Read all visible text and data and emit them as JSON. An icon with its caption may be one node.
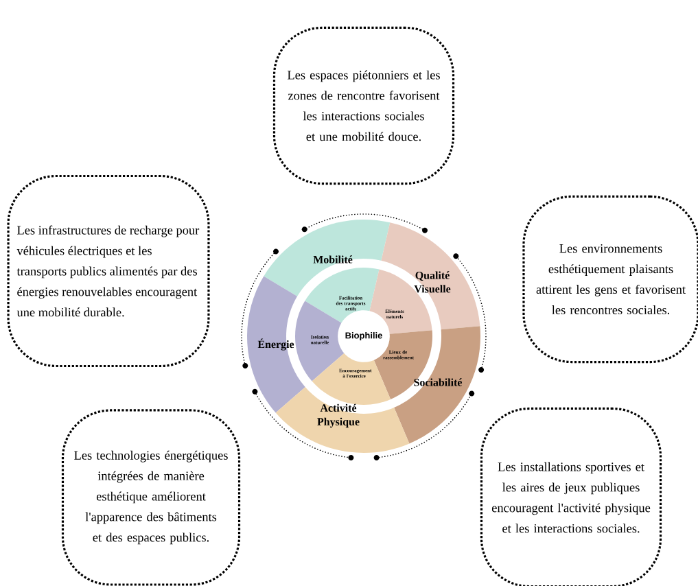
{
  "diagram": {
    "nodes": [
      {
        "text": [
          "Les espaces piétonniers et les zones de rencontre favorisent les interactions sociales et une mobilité douce."
        ]
      },
      {
        "text": [
          "Les infrastructures de recharge pour véhicules électriques et les transports publics alimentés par des énergies renouvelables encouragent une mobilité durable."
        ]
      },
      {
        "text": [
          "Les environnements esthétiquement plaisants attirent les gens et favorisent les rencontres sociales."
        ]
      },
      {
        "text": [
          "Mobilité"
        ]
      },
      {
        "text": [
          "Qualité Visuelle"
        ]
      },
      {
        "text": [
          "Énergie"
        ]
      },
      {
        "text": [
          "Sociabilité"
        ]
      },
      {
        "text": [
          "Activité Physique"
        ]
      },
      {
        "text": [
          "Facilitation des transports actifs"
        ]
      },
      {
        "text": [
          "Éléments naturels"
        ]
      },
      {
        "text": [
          "Isolation naturelle"
        ]
      },
      {
        "text": [
          "Lieux de rassemblement"
        ]
      },
      {
        "text": [
          "Encouragement à l'exercice"
        ]
      },
      {
        "text": [
          "Biophilie"
        ]
      },
      {
        "text": [
          "Les technologies énergétiques intégrées de manière esthétique améliorent l'apparence des bâtiments et des espaces publics."
        ]
      },
      {
        "text": [
          "Les installations sportives et les aires de jeux publiques encouragent l'activité physique et les interactions sociales."
        ]
      }
    ]
  }
}
